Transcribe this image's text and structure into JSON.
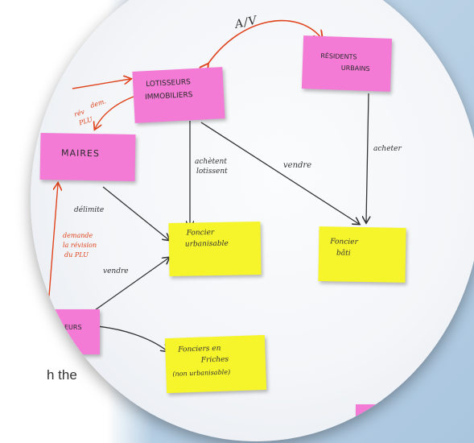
{
  "caption": "h the",
  "colors": {
    "pink_note": "#f37bd6",
    "yellow_note": "#f6f42a",
    "red_ink": "#e0441e",
    "black_ink": "#333333",
    "background": "#bcd3e6"
  },
  "notes": {
    "lotisseurs": {
      "line1": "LOTISSEURS",
      "line2": "IMMOBILIERS"
    },
    "residents": {
      "line1": "RÉSIDENTS",
      "line2": "URBAINS"
    },
    "maires": {
      "label": "MAIRES"
    },
    "eurs": {
      "label": "EURS"
    },
    "foncier_urbanisable": {
      "line1": "Foncier",
      "line2": "urbanisable"
    },
    "foncier_bati": {
      "line1": "Foncier",
      "line2": "bâti"
    },
    "foncier_friches": {
      "line1": "Fonciers en",
      "line2": "Friches",
      "line3": "(non urbanisable)"
    }
  },
  "arrow_labels": {
    "av": "A/V",
    "achetent_lotissent_1": "achètent",
    "achetent_lotissent_2": "lotissent",
    "vendre": "vendre",
    "acheter": "acheter",
    "delimite": "délimite",
    "vendre_2": "vendre",
    "dem_1": "dem.",
    "dem_2": "rév",
    "dem_3": "PLU",
    "demande_1": "demande",
    "demande_2": "la révision",
    "demande_3": "du PLU"
  }
}
